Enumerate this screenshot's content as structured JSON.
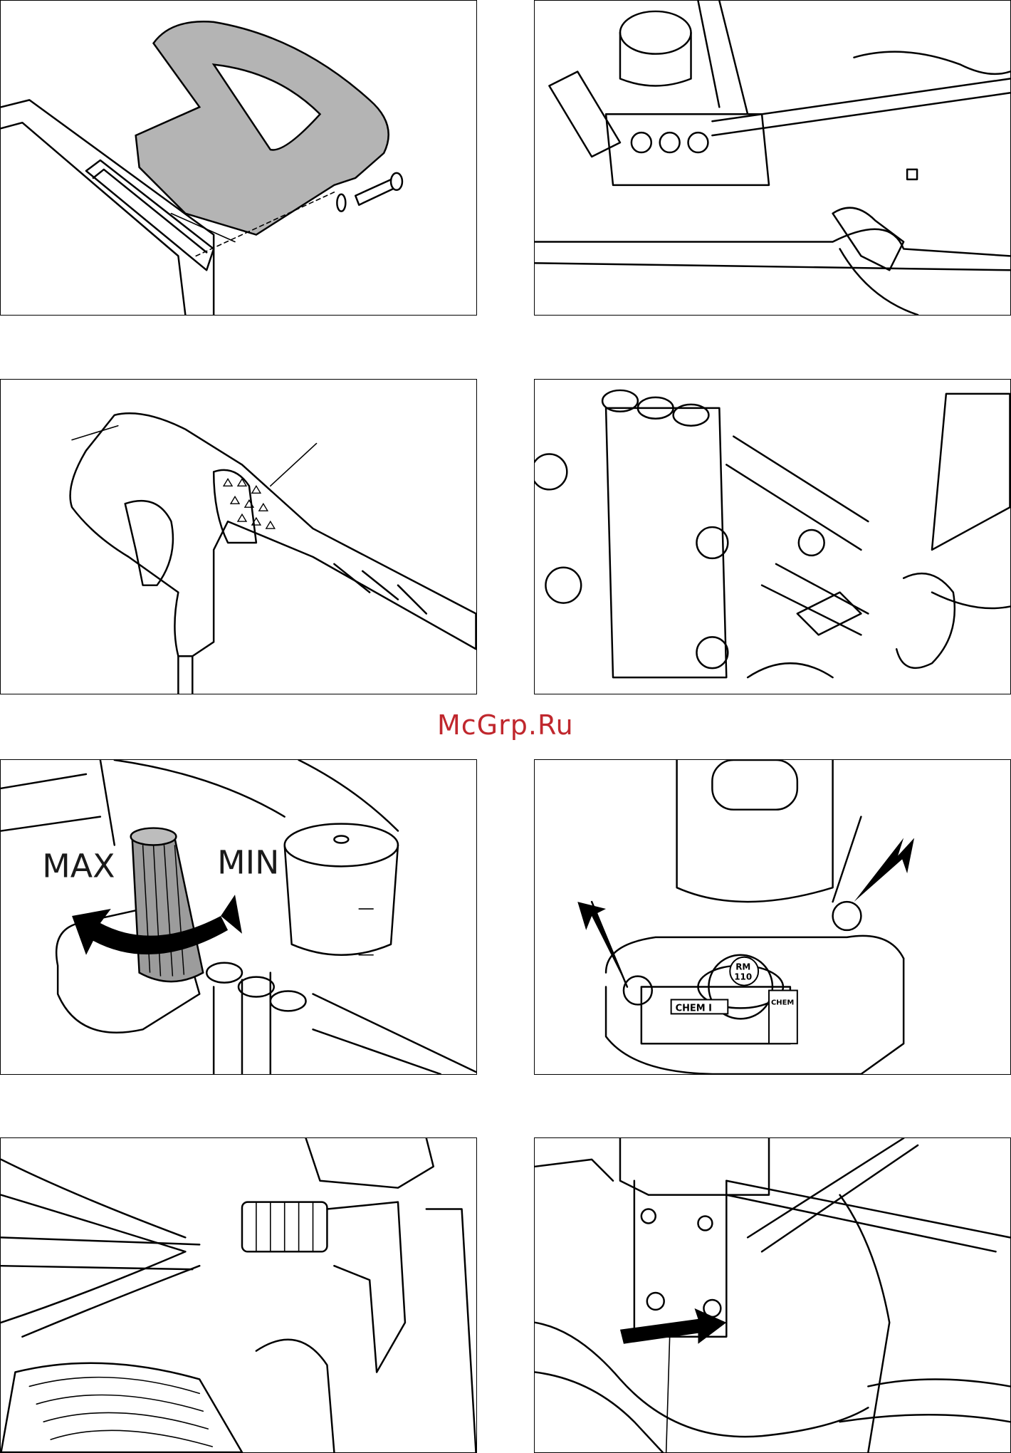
{
  "watermark": "McGrp.Ru",
  "panels": {
    "p5": {
      "max_label": "MAX",
      "min_label": "MIN"
    },
    "p6": {
      "tag_rm": "RM",
      "tag_rm_num": "110",
      "tag_chem": "CHEM I",
      "tag_chem2": "CHEM"
    }
  },
  "colors": {
    "watermark": "#c0272d",
    "shading": "#b4b4b4",
    "line": "#000000"
  }
}
